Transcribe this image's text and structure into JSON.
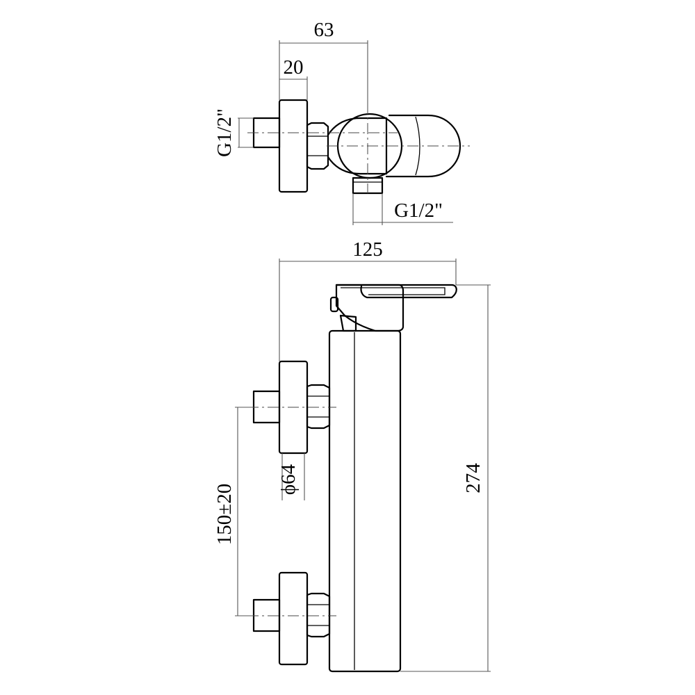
{
  "dimensions": {
    "top_width_overall": "63",
    "top_flange_thickness": "20",
    "top_inlet_thread": "G1/2\"",
    "top_outlet_thread": "G1/2\"",
    "side_width_overall": "125",
    "side_height_overall": "274",
    "flange_diameter": "ϕ64",
    "inlet_spacing": "150±20"
  }
}
